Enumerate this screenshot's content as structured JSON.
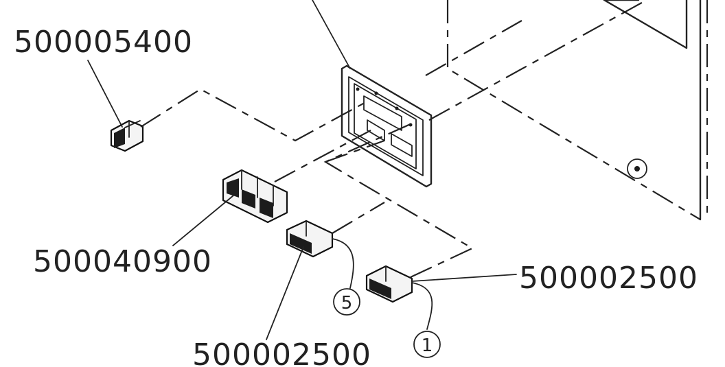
{
  "parts": [
    {
      "id": "switch-single",
      "number": "500005400"
    },
    {
      "id": "switch-bank",
      "number": "500040900"
    },
    {
      "id": "connector-left",
      "number": "500002500"
    },
    {
      "id": "connector-right",
      "number": "500002500"
    }
  ],
  "callouts": [
    "5",
    "1"
  ]
}
